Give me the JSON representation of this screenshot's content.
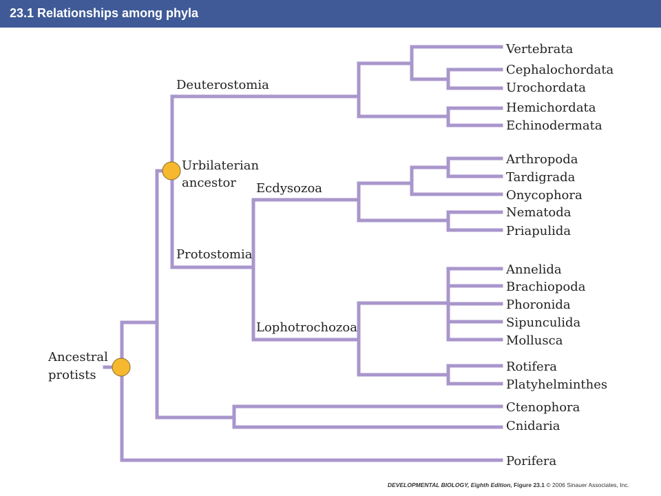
{
  "header": {
    "title": "23.1  Relationships among phyla"
  },
  "colors": {
    "header_bg": "#3f5a97",
    "branch": "#a996cc",
    "node": "#f5b82e"
  },
  "diagram": {
    "root_label": [
      "Ancestral",
      "protists"
    ],
    "urbilaterian_label": [
      "Urbilaterian",
      "ancestor"
    ],
    "clades": {
      "deuterostomia": "Deuterostomia",
      "protostomia": "Protostomia",
      "ecdysozoa": "Ecdysozoa",
      "lophotrochozoa": "Lophotrochozoa"
    },
    "phyla": [
      "Vertebrata",
      "Cephalochordata",
      "Urochordata",
      "Hemichordata",
      "Echinodermata",
      "Arthropoda",
      "Tardigrada",
      "Onycophora",
      "Nematoda",
      "Priapulida",
      "Annelida",
      "Brachiopoda",
      "Phoronida",
      "Sipunculida",
      "Mollusca",
      "Rotifera",
      "Platyhelminthes",
      "Ctenophora",
      "Cnidaria",
      "Porifera"
    ]
  },
  "footer": {
    "book": "DEVELOPMENTAL BIOLOGY, Eighth Edition,",
    "figure": "Figure 23.1",
    "copyright": "© 2006 Sinauer Associates, Inc."
  }
}
